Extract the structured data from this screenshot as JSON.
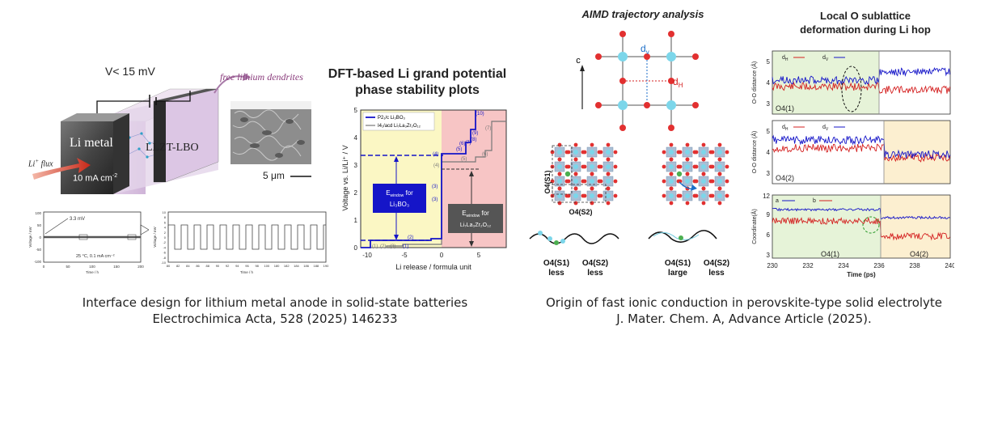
{
  "left_panel": {
    "voltage_label": "V< 15 mV",
    "dendrite_label": "free lithium dendrites",
    "li_metal_label": "Li metal",
    "current_label": "10 mA cm",
    "current_sup": "-2",
    "flux_label": "Li",
    "flux_sup": "+",
    "flux_word": " flux",
    "llzt_label": "LLZT-LBO",
    "scale_label": "5 μm",
    "plot1_annotation": "3.3 mV",
    "plot1_condition": "25 °C, 0.1 mA cm⁻²",
    "plot1_ylabel": "Voltage / mV",
    "plot1_xlabel": "Time / h",
    "plot1_xticks": [
      "0",
      "50",
      "100",
      "150",
      "200"
    ],
    "plot1_yticks": [
      "100",
      "50",
      "0",
      "-50",
      "-100"
    ],
    "plot2_ylabel": "Voltage / mV",
    "plot2_xlabel": "Time / h",
    "plot2_xticks": [
      "80",
      "82",
      "84",
      "86",
      "88",
      "90",
      "92",
      "94",
      "96",
      "98",
      "100",
      "180",
      "182",
      "184",
      "186",
      "188",
      "190"
    ],
    "plot2_yticks": [
      "10",
      "8",
      "6",
      "4",
      "2",
      "0",
      "-2",
      "-4",
      "-6",
      "-8",
      "-10"
    ]
  },
  "dft_panel": {
    "title_line1": "DFT-based Li grand potential",
    "title_line2": "phase stability plots",
    "legend": [
      "P2₁/c Li₃BO₃",
      "I4₁/acd Li₇La₃Zr₂O₁₂"
    ],
    "ylabel": "Voltage vs. Li/Li⁺ / V",
    "xlabel": "Li release / formula unit",
    "xticks": [
      "-10",
      "-5",
      "0",
      "5"
    ],
    "yticks": [
      "0",
      "1",
      "2",
      "3",
      "4",
      "5"
    ],
    "window1_line1": "E",
    "window1_sub": "window",
    "window1_line1b": " for",
    "window1_line2": "Li₃BO₃",
    "window2_line1": "E",
    "window2_sub": "window",
    "window2_line1b": " for",
    "window2_line2": "Li₇La₃Zr₂O₁₂",
    "step_labels_blue": [
      "(10)",
      "(9)",
      "(8)",
      "(7)",
      "(6)",
      "(5)",
      "(4)",
      "(3)",
      "(3)",
      "(2)",
      "(1)"
    ],
    "step_labels_gray": [
      "(7)",
      "(6)",
      "(5)",
      "(4)",
      "(3)",
      "(2)",
      "(1)"
    ]
  },
  "aimd_panel": {
    "title": "AIMD trajectory analysis",
    "c_axis": "c",
    "dv": "d",
    "dv_sub": "v",
    "dh": "d",
    "dh_sub": "H",
    "o4s1": "O4(S1)",
    "o4s2": "O4(S2)",
    "label_left_1": "O4(S1)",
    "label_left_2": "O4(S2)",
    "label_left_3": "less",
    "label_left_4": "less",
    "label_right_1": "O4(S1)",
    "label_right_2": "O4(S2)",
    "label_right_3": "large",
    "label_right_4": "less"
  },
  "local_panel": {
    "title_line1": "Local O sublattice",
    "title_line2": "deformation during Li hop",
    "p1_ylabel": "O-O distance (Å)",
    "p1_legend_h": "d",
    "p1_legend_h_sub": "H",
    "p1_legend_v": "d",
    "p1_legend_v_sub": "V",
    "p1_tag": "O4(1)",
    "p1_yticks": [
      "5",
      "4",
      "3"
    ],
    "p2_ylabel": "O-O distance (Å)",
    "p2_tag": "O4(2)",
    "p2_yticks": [
      "5",
      "4",
      "3"
    ],
    "p3_ylabel": "Coordinate(Å)",
    "p3_legend_a": "a",
    "p3_legend_b": "b",
    "p3_tag1": "O4(1)",
    "p3_tag2": "O4(2)",
    "p3_yticks": [
      "12",
      "9",
      "6",
      "3"
    ],
    "xticks": [
      "230",
      "232",
      "234",
      "236",
      "238",
      "240"
    ],
    "xlabel": "Time (ps)"
  },
  "captions": {
    "left_line1": "Interface design for lithium metal anode in solid-state batteries",
    "left_line2": "Electrochimica Acta, 528 (2025) 146233",
    "right_line1": "Origin of fast ionic conduction in perovskite-type solid electrolyte",
    "right_line2": "J. Mater. Chem. A, Advance Article (2025)."
  },
  "colors": {
    "blue": "#1515c8",
    "red": "#d42020",
    "yellow_bg": "#fbf7c4",
    "pink_bg": "#f7c5c5",
    "green_bg": "#e6f3d8",
    "orange_bg": "#fcefd0",
    "cyan_atom": "#7cd6ea",
    "o_atom": "#e23030"
  }
}
